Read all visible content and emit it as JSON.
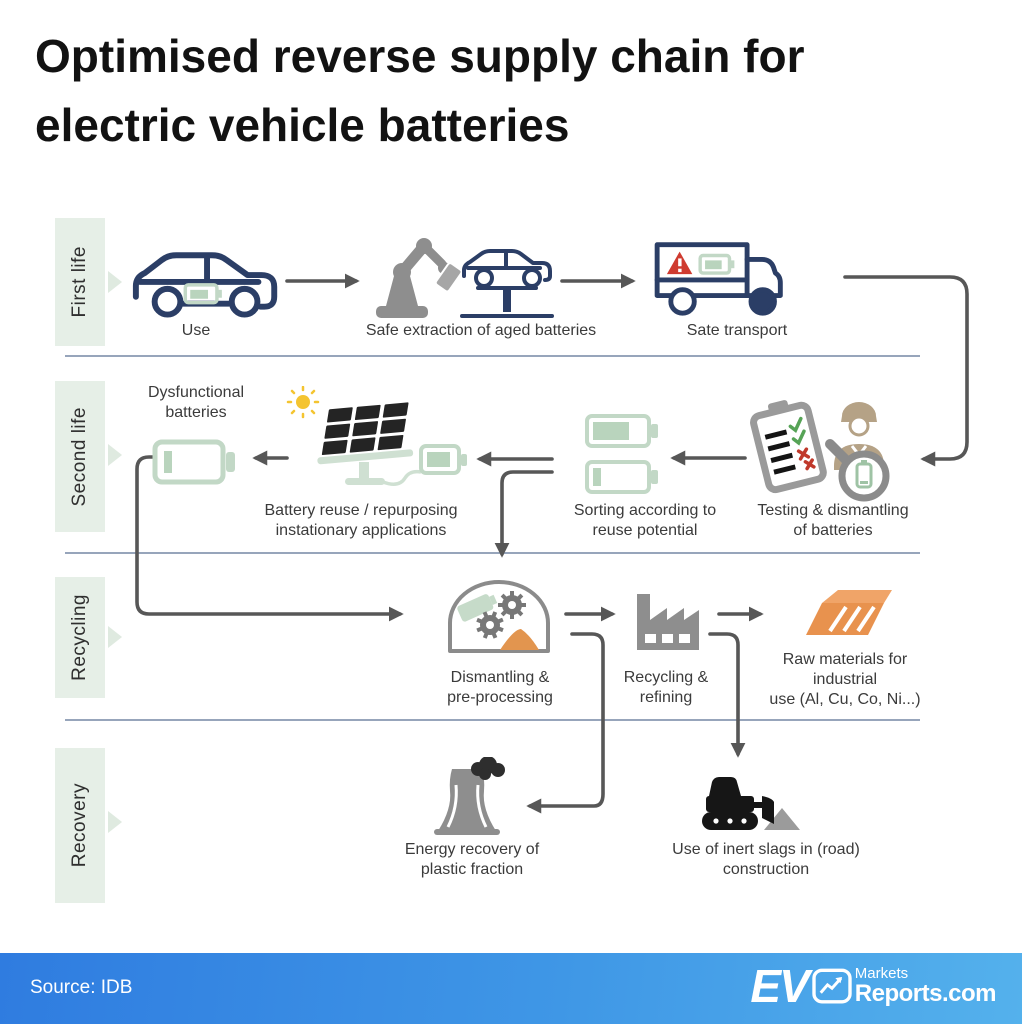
{
  "title": "Optimised reverse supply chain for electric vehicle batteries",
  "stages": {
    "first_life": "First life",
    "second_life": "Second life",
    "recycling": "Recycling",
    "recovery": "Recovery"
  },
  "labels": {
    "use": "Use",
    "safe_extraction": "Safe extraction of aged batteries",
    "sate_transport": "Sate transport",
    "dysfunctional_batteries": "Dysfunctional\nbatteries",
    "battery_reuse": "Battery reuse / repurposing\ninstationary applications",
    "sorting": "Sorting according to\nreuse potential",
    "testing_dismantling": "Testing & dismantling\nof batteries",
    "dismantling_preprocessing": "Dismantling &\npre-processing",
    "recycling_refining": "Recycling &\nrefining",
    "raw_materials": "Raw materials for\nindustrial\nuse (Al, Cu, Co, Ni...)",
    "energy_recovery": "Energy recovery of\nplastic fraction",
    "inert_slags": "Use of inert slags in (road)\nconstruction"
  },
  "footer": {
    "source": "Source: IDB",
    "logo": {
      "ev": "EV",
      "markets": "Markets",
      "reports": "Reports.com"
    }
  },
  "colors": {
    "navy_outline": "#2b3e66",
    "pale_green": "#cfe0d2",
    "battery_green": "#b9d4bd",
    "stage_box_bg": "#e6efe7",
    "arrow_gray": "#575757",
    "icon_gray": "#8e8e8e",
    "orange": "#e8924e",
    "worker_tan": "#b5a286",
    "warning_red": "#cf3b30",
    "divider": "#97a5bb",
    "sun_yellow": "#f4c430",
    "footer_blue_start": "#2f7ce0",
    "footer_blue_end": "#54b1ec"
  },
  "icons": [
    "car-icon",
    "robot-extraction-icon",
    "transport-truck-icon",
    "battery-low-icon",
    "solar-panel-icon",
    "battery-charging-icon",
    "sorting-batteries-icon",
    "clipboard-icon",
    "worker-icon",
    "magnifier-battery-icon",
    "dismantling-dome-icon",
    "gear-icon",
    "factory-icon",
    "metal-ingot-icon",
    "cooling-tower-icon",
    "bulldozer-icon",
    "slag-pile-icon",
    "chart-logo-icon"
  ]
}
